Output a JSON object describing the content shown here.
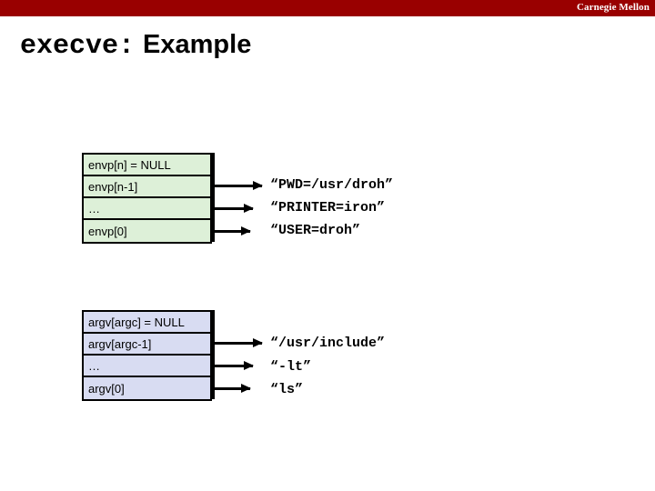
{
  "banner": {
    "institution": "Carnegie Mellon",
    "color": "#990000"
  },
  "title": {
    "mono_part": "execve:",
    "sans_part": "Example"
  },
  "diagrams": [
    {
      "name": "envp",
      "fill_color": "#ddf0d8",
      "border_color": "#000000",
      "rows": [
        {
          "label": "envp[n] = NULL",
          "has_arrow": false,
          "target": ""
        },
        {
          "label": "envp[n-1]",
          "has_arrow": true,
          "target": "“PWD=/usr/droh”"
        },
        {
          "label": "…",
          "has_arrow": true,
          "target": "“PRINTER=iron”"
        },
        {
          "label": "envp[0]",
          "has_arrow": true,
          "target": "“USER=droh”"
        }
      ]
    },
    {
      "name": "argv",
      "fill_color": "#d8dcf2",
      "border_color": "#000000",
      "rows": [
        {
          "label": "argv[argc] = NULL",
          "has_arrow": false,
          "target": ""
        },
        {
          "label": "argv[argc-1]",
          "has_arrow": true,
          "target": "“/usr/include”"
        },
        {
          "label": "…",
          "has_arrow": true,
          "target": "“-lt”"
        },
        {
          "label": "argv[0]",
          "has_arrow": true,
          "target": "“ls”"
        }
      ]
    }
  ]
}
